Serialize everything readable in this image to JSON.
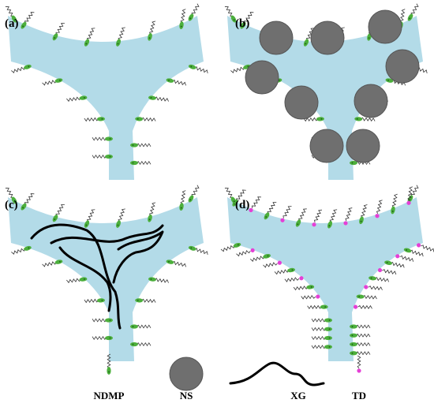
{
  "panels": [
    {
      "id": "a",
      "label": "(a)"
    },
    {
      "id": "b",
      "label": "(b)"
    },
    {
      "id": "c",
      "label": "(c)"
    },
    {
      "id": "d",
      "label": "(d)"
    }
  ],
  "legend": [
    {
      "id": "ndmp",
      "label": "NDMP"
    },
    {
      "id": "ns",
      "label": "NS"
    },
    {
      "id": "xg",
      "label": "XG"
    },
    {
      "id": "td",
      "label": "TD"
    }
  ],
  "colors": {
    "channel": "#b3dbe8",
    "ndmp_head": "#4caf3c",
    "td_head": "#e53fd6",
    "ns": "#6f6f6f",
    "xg": "#000000"
  }
}
